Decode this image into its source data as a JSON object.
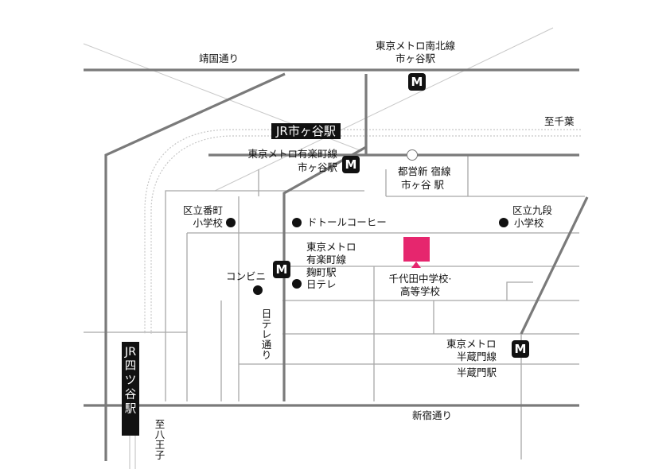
{
  "colors": {
    "target": "#e6266e",
    "major_road": "#777777",
    "minor_road": "#aaaaaa",
    "rail": "#bbbbbb",
    "marker": "#111111"
  },
  "roads": {
    "yasukuni": "靖国通り",
    "shinjuku": "新宿通り",
    "nittele": "日テレ通り",
    "to_chiba": "至千葉",
    "to_hachioji": "至八王子"
  },
  "stations": {
    "namboku": {
      "line1": "東京メトロ南北線",
      "line2": "市ヶ谷駅",
      "icon": "M"
    },
    "jr_ichigaya": "JR市ヶ谷駅",
    "yurakucho_ichigaya": {
      "line1": "東京メトロ有楽町線",
      "line2": "市ヶ谷駅",
      "icon": "M"
    },
    "toei_shinjuku": {
      "line1": "都営新 宿線",
      "line2": "市ヶ谷 駅"
    },
    "kojimachi": {
      "line1": "東京メトロ",
      "line2": "有楽町線",
      "line3": "麹町駅",
      "icon": "M"
    },
    "hanzomon": {
      "line1": "東京メトロ",
      "line2": "半蔵門線",
      "line3": "半蔵門駅",
      "icon": "M"
    },
    "jr_yotsuya": "JR四ツ谷駅"
  },
  "landmarks": {
    "bancho_school": {
      "line1": "区立番町",
      "line2": "小学校"
    },
    "doutor": "ドトールコーヒー",
    "kudan_school": {
      "line1": "区立九段",
      "line2": "小学校"
    },
    "convenience": "コンビニ",
    "nittele": "日テレ",
    "target": {
      "line1": "千代田中学校·",
      "line2": "高等学校"
    }
  }
}
